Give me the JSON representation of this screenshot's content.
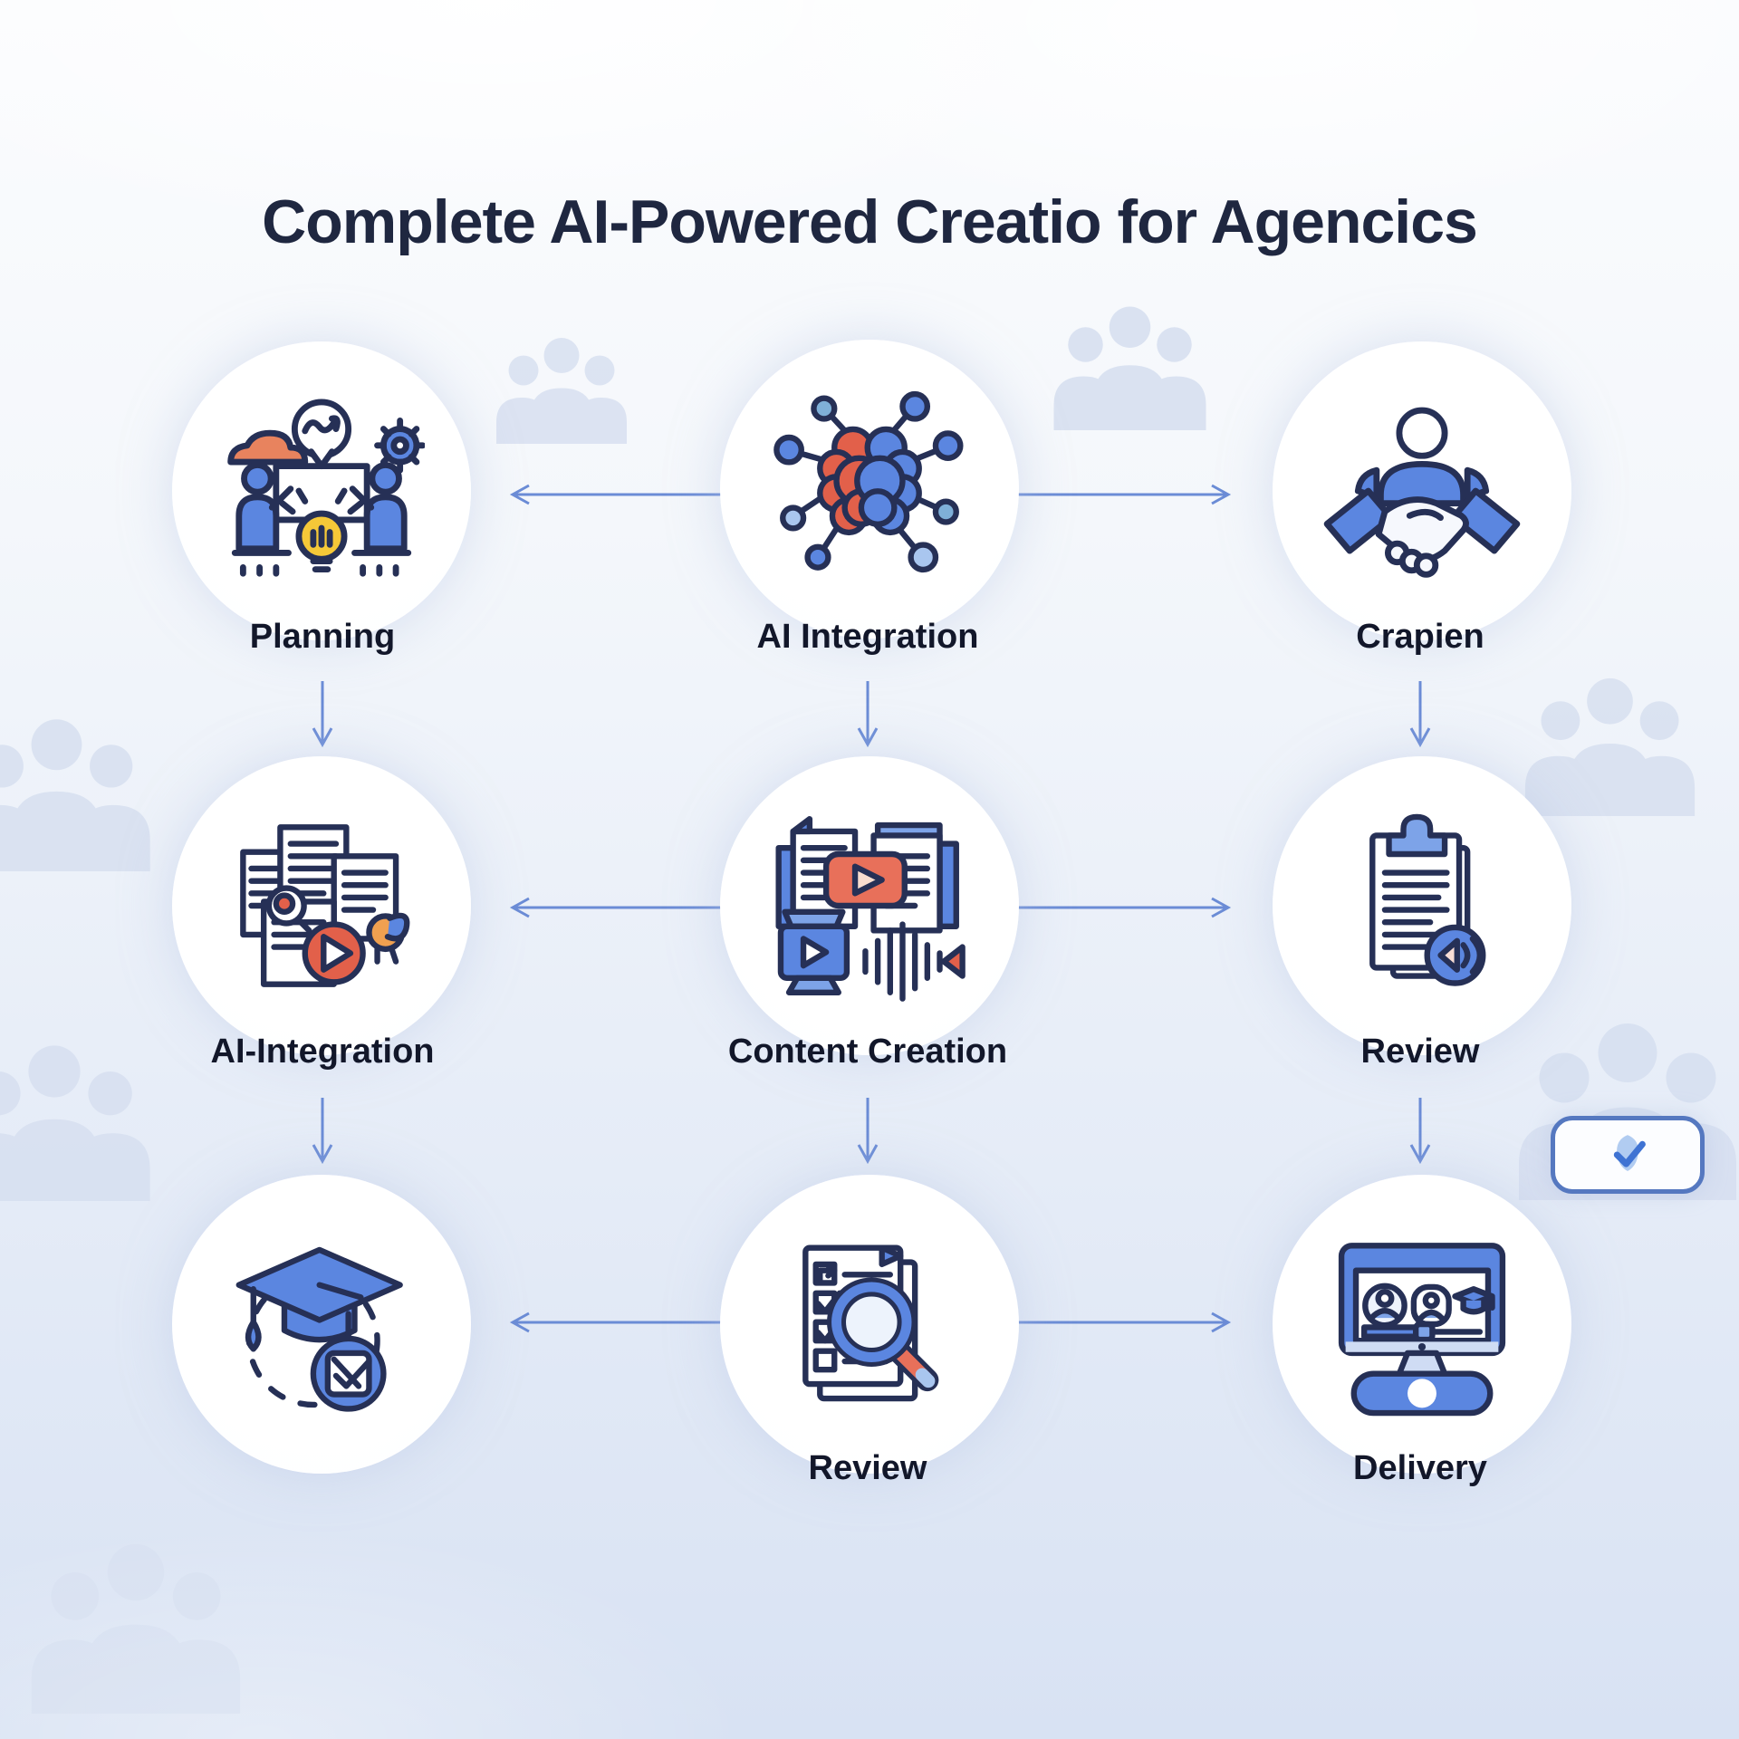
{
  "title": "Complete AI-Powered Creatio for Agencics",
  "flow": {
    "rows": [
      {
        "nodes": [
          {
            "label": "Planning",
            "icon": "planning-team-icon"
          },
          {
            "label": "AI Integration",
            "icon": "ai-brain-network-icon"
          },
          {
            "label": "Crapien",
            "icon": "handshake-icon"
          }
        ]
      },
      {
        "nodes": [
          {
            "label": "AI-Integration",
            "icon": "documents-play-icon"
          },
          {
            "label": "Content Creation",
            "icon": "media-production-icon"
          },
          {
            "label": "Review",
            "icon": "clipboard-audio-icon"
          }
        ]
      },
      {
        "nodes": [
          {
            "label": "",
            "icon": "graduation-cap-icon"
          },
          {
            "label": "Review",
            "icon": "checklist-magnifier-icon"
          },
          {
            "label": "Delivery",
            "icon": "monitor-delivery-icon"
          }
        ]
      }
    ]
  },
  "badge": {
    "icon": "check-badge-icon"
  },
  "colors": {
    "background_top": "#fbfcfe",
    "background_bottom": "#d8e2f3",
    "title_text": "#1f2740",
    "label_text": "#12172a",
    "outline_navy": "#263056",
    "primary_blue": "#5b86e0",
    "light_blue": "#a9c6ef",
    "accent_red": "#e2604a",
    "accent_orange": "#e8835e",
    "accent_yellow": "#f5c838",
    "arrow_blue": "#6b8cd6",
    "silhouette_blue": "#d6dff0",
    "node_fill": "#ffffff",
    "badge_border": "#5578c0",
    "badge_check": "#3f73d3"
  }
}
